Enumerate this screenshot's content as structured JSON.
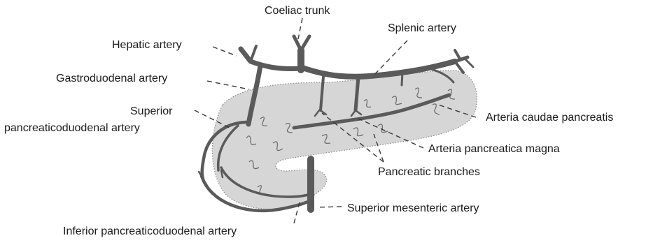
{
  "labels": {
    "coeliac_trunk": "Coeliac trunk",
    "splenic_artery": "Splenic artery",
    "hepatic_artery": "Hepatic artery",
    "gastroduodenal_artery": "Gastroduodenal artery",
    "superior_pd_line1": "Superior",
    "superior_pd_line2": "pancreaticoduodenal artery",
    "arteria_caudae": "Arteria caudae pancreatis",
    "arteria_magna": "Arteria pancreatica magna",
    "pancreatic_branches": "Pancreatic branches",
    "superior_mesenteric": "Superior mesenteric artery",
    "inferior_pd": "Inferior pancreaticoduodenal artery"
  },
  "colors": {
    "pancreas_fill": "#d6d6d6",
    "artery": "#5a5a5a",
    "ink": "#1a1a1a"
  }
}
